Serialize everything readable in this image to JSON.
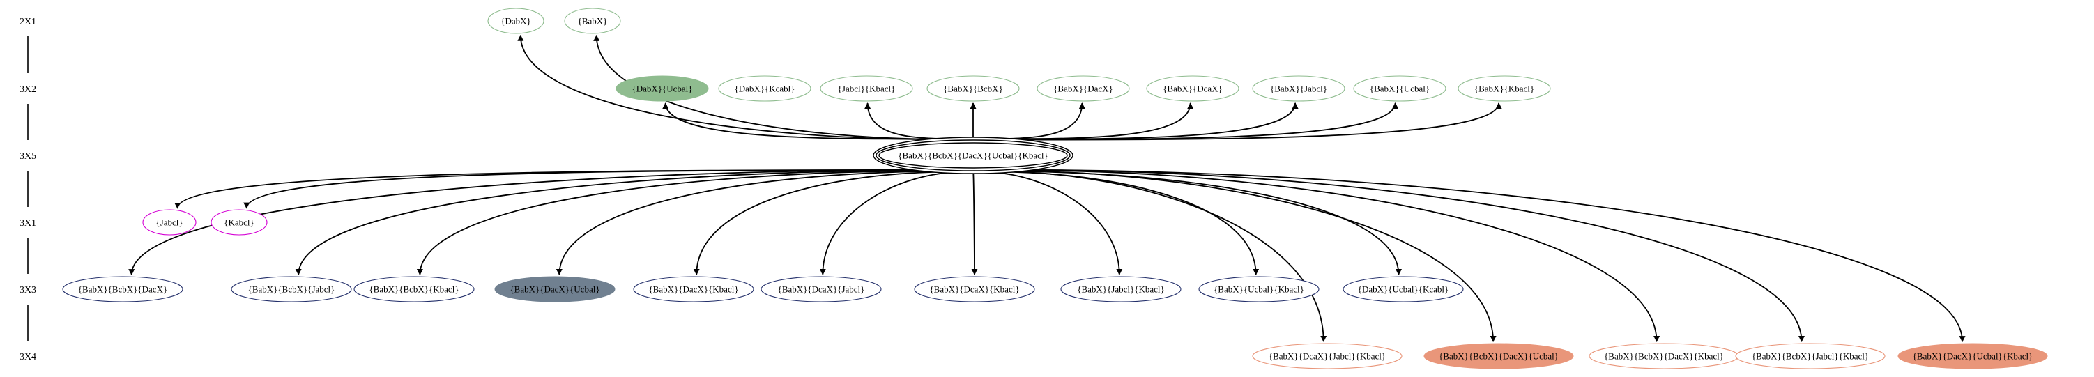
{
  "ranks": [
    {
      "id": "r2x1",
      "label": "2X1"
    },
    {
      "id": "r3x2",
      "label": "3X2"
    },
    {
      "id": "r3x5",
      "label": "3X5"
    },
    {
      "id": "r3x1",
      "label": "3X1"
    },
    {
      "id": "r3x3",
      "label": "3X3"
    },
    {
      "id": "r3x4",
      "label": "3X4"
    }
  ],
  "colors": {
    "green": "#8fbc8f",
    "slate": "#708090",
    "salmon": "#e9967a",
    "magenta": "#d400d4",
    "navy": "#24306b",
    "black": "#000000"
  },
  "nodes": [
    {
      "id": "n_dabx",
      "label": "{DabX}",
      "rank": "r2x1",
      "style": "outline",
      "color": "#8fbc8f"
    },
    {
      "id": "n_babx",
      "label": "{BabX}",
      "rank": "r2x1",
      "style": "outline",
      "color": "#8fbc8f"
    },
    {
      "id": "n_dabx_ucbal",
      "label": "{DabX}{Ucbal}",
      "rank": "r3x2",
      "style": "filled",
      "color": "#8fbc8f"
    },
    {
      "id": "n_dabx_kcabl",
      "label": "{DabX}{Kcabl}",
      "rank": "r3x2",
      "style": "outline",
      "color": "#8fbc8f"
    },
    {
      "id": "n_jabcl_kbacl",
      "label": "{Jabcl}{Kbacl}",
      "rank": "r3x2",
      "style": "outline",
      "color": "#8fbc8f"
    },
    {
      "id": "n_babx_bcbx",
      "label": "{BabX}{BcbX}",
      "rank": "r3x2",
      "style": "outline",
      "color": "#8fbc8f"
    },
    {
      "id": "n_babx_dacx",
      "label": "{BabX}{DacX}",
      "rank": "r3x2",
      "style": "outline",
      "color": "#8fbc8f"
    },
    {
      "id": "n_babx_dcax",
      "label": "{BabX}{DcaX}",
      "rank": "r3x2",
      "style": "outline",
      "color": "#8fbc8f"
    },
    {
      "id": "n_babx_jabcl",
      "label": "{BabX}{Jabcl}",
      "rank": "r3x2",
      "style": "outline",
      "color": "#8fbc8f"
    },
    {
      "id": "n_babx_ucbal",
      "label": "{BabX}{Ucbal}",
      "rank": "r3x2",
      "style": "outline",
      "color": "#8fbc8f"
    },
    {
      "id": "n_babx_kbacl",
      "label": "{BabX}{Kbacl}",
      "rank": "r3x2",
      "style": "outline",
      "color": "#8fbc8f"
    },
    {
      "id": "n_center",
      "label": "{BabX}{BcbX}{DacX}{Ucbal}{Kbacl}",
      "rank": "r3x5",
      "style": "triple",
      "color": "#000000"
    },
    {
      "id": "n_jabcl",
      "label": "{Jabcl}",
      "rank": "r3x1",
      "style": "outline",
      "color": "#d400d4"
    },
    {
      "id": "n_kabcl",
      "label": "{Kabcl}",
      "rank": "r3x1",
      "style": "outline",
      "color": "#d400d4"
    },
    {
      "id": "n_babx_bcbx_dacx",
      "label": "{BabX}{BcbX}{DacX}",
      "rank": "r3x3",
      "style": "outline",
      "color": "#24306b"
    },
    {
      "id": "n_babx_bcbx_jabcl",
      "label": "{BabX}{BcbX}{Jabcl}",
      "rank": "r3x3",
      "style": "outline",
      "color": "#24306b"
    },
    {
      "id": "n_babx_bcbx_kbacl",
      "label": "{BabX}{BcbX}{Kbacl}",
      "rank": "r3x3",
      "style": "outline",
      "color": "#24306b"
    },
    {
      "id": "n_babx_dacx_ucbal",
      "label": "{BabX}{DacX}{Ucbal}",
      "rank": "r3x3",
      "style": "filled",
      "color": "#708090"
    },
    {
      "id": "n_babx_dacx_kbacl",
      "label": "{BabX}{DacX}{Kbacl}",
      "rank": "r3x3",
      "style": "outline",
      "color": "#24306b"
    },
    {
      "id": "n_babx_dcax_jabcl",
      "label": "{BabX}{DcaX}{Jabcl}",
      "rank": "r3x3",
      "style": "outline",
      "color": "#24306b"
    },
    {
      "id": "n_babx_dcax_kbacl",
      "label": "{BabX}{DcaX}{Kbacl}",
      "rank": "r3x3",
      "style": "outline",
      "color": "#24306b"
    },
    {
      "id": "n_babx_jabcl_kbacl",
      "label": "{BabX}{Jabcl}{Kbacl}",
      "rank": "r3x3",
      "style": "outline",
      "color": "#24306b"
    },
    {
      "id": "n_babx_ucbal_kbacl",
      "label": "{BabX}{Ucbal}{Kbacl}",
      "rank": "r3x3",
      "style": "outline",
      "color": "#24306b"
    },
    {
      "id": "n_dabx_ucbal_kcabl",
      "label": "{DabX}{Ucbal}{Kcabl}",
      "rank": "r3x3",
      "style": "outline",
      "color": "#24306b"
    },
    {
      "id": "n_babx_dcax_jabcl_kbacl",
      "label": "{BabX}{DcaX}{Jabcl}{Kbacl}",
      "rank": "r3x4",
      "style": "outline",
      "color": "#e9967a"
    },
    {
      "id": "n_babx_bcbx_dacx_ucbal",
      "label": "{BabX}{BcbX}{DacX}{Ucbal}",
      "rank": "r3x4",
      "style": "filled",
      "color": "#e9967a"
    },
    {
      "id": "n_babx_bcbx_dacx_kbacl",
      "label": "{BabX}{BcbX}{DacX}{Kbacl}",
      "rank": "r3x4",
      "style": "outline",
      "color": "#e9967a"
    },
    {
      "id": "n_babx_bcbx_jabcl_kbacl",
      "label": "{BabX}{BcbX}{Jabcl}{Kbacl}",
      "rank": "r3x4",
      "style": "outline",
      "color": "#e9967a"
    },
    {
      "id": "n_babx_dacx_ucbal_kbacl",
      "label": "{BabX}{DacX}{Ucbal}{Kbacl}",
      "rank": "r3x4",
      "style": "filled",
      "color": "#e9967a"
    }
  ],
  "edges": [
    {
      "from": "n_center",
      "to": "n_dabx"
    },
    {
      "from": "n_center",
      "to": "n_babx"
    },
    {
      "from": "n_center",
      "to": "n_dabx_ucbal"
    },
    {
      "from": "n_center",
      "to": "n_jabcl_kbacl"
    },
    {
      "from": "n_center",
      "to": "n_babx_bcbx"
    },
    {
      "from": "n_center",
      "to": "n_babx_dacx"
    },
    {
      "from": "n_center",
      "to": "n_babx_dcax"
    },
    {
      "from": "n_center",
      "to": "n_babx_jabcl"
    },
    {
      "from": "n_center",
      "to": "n_babx_ucbal"
    },
    {
      "from": "n_center",
      "to": "n_babx_kbacl"
    },
    {
      "from": "n_center",
      "to": "n_jabcl"
    },
    {
      "from": "n_center",
      "to": "n_kabcl"
    },
    {
      "from": "n_center",
      "to": "n_babx_bcbx_dacx"
    },
    {
      "from": "n_center",
      "to": "n_babx_bcbx_jabcl"
    },
    {
      "from": "n_center",
      "to": "n_babx_bcbx_kbacl"
    },
    {
      "from": "n_center",
      "to": "n_babx_dacx_ucbal"
    },
    {
      "from": "n_center",
      "to": "n_babx_dacx_kbacl"
    },
    {
      "from": "n_center",
      "to": "n_babx_dcax_jabcl"
    },
    {
      "from": "n_center",
      "to": "n_babx_dcax_kbacl"
    },
    {
      "from": "n_center",
      "to": "n_babx_jabcl_kbacl"
    },
    {
      "from": "n_center",
      "to": "n_babx_ucbal_kbacl"
    },
    {
      "from": "n_center",
      "to": "n_dabx_ucbal_kcabl"
    },
    {
      "from": "n_center",
      "to": "n_babx_dcax_jabcl_kbacl"
    },
    {
      "from": "n_center",
      "to": "n_babx_bcbx_dacx_ucbal"
    },
    {
      "from": "n_center",
      "to": "n_babx_bcbx_dacx_kbacl"
    },
    {
      "from": "n_center",
      "to": "n_babx_bcbx_jabcl_kbacl"
    },
    {
      "from": "n_center",
      "to": "n_babx_dacx_ucbal_kbacl"
    }
  ]
}
